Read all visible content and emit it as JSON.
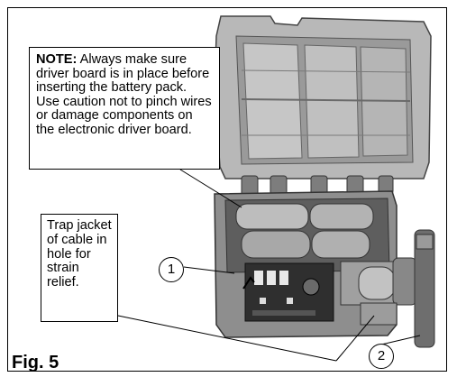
{
  "figure": {
    "label": "Fig. 5"
  },
  "note_callout": {
    "heading": "NOTE:",
    "body": " Always make sure driver board is in place before inserting the battery pack.  Use caution not to pinch wires or damage components on the electronic driver board."
  },
  "trap_callout": {
    "text": "Trap jacket of cable in hole for strain relief."
  },
  "part_markers": [
    {
      "number": "1"
    },
    {
      "number": "2"
    }
  ],
  "colors": {
    "frame": "#000000",
    "device_light": "#bdbdbd",
    "device_mid": "#8a8a8a",
    "device_dark": "#3a3a3a"
  }
}
